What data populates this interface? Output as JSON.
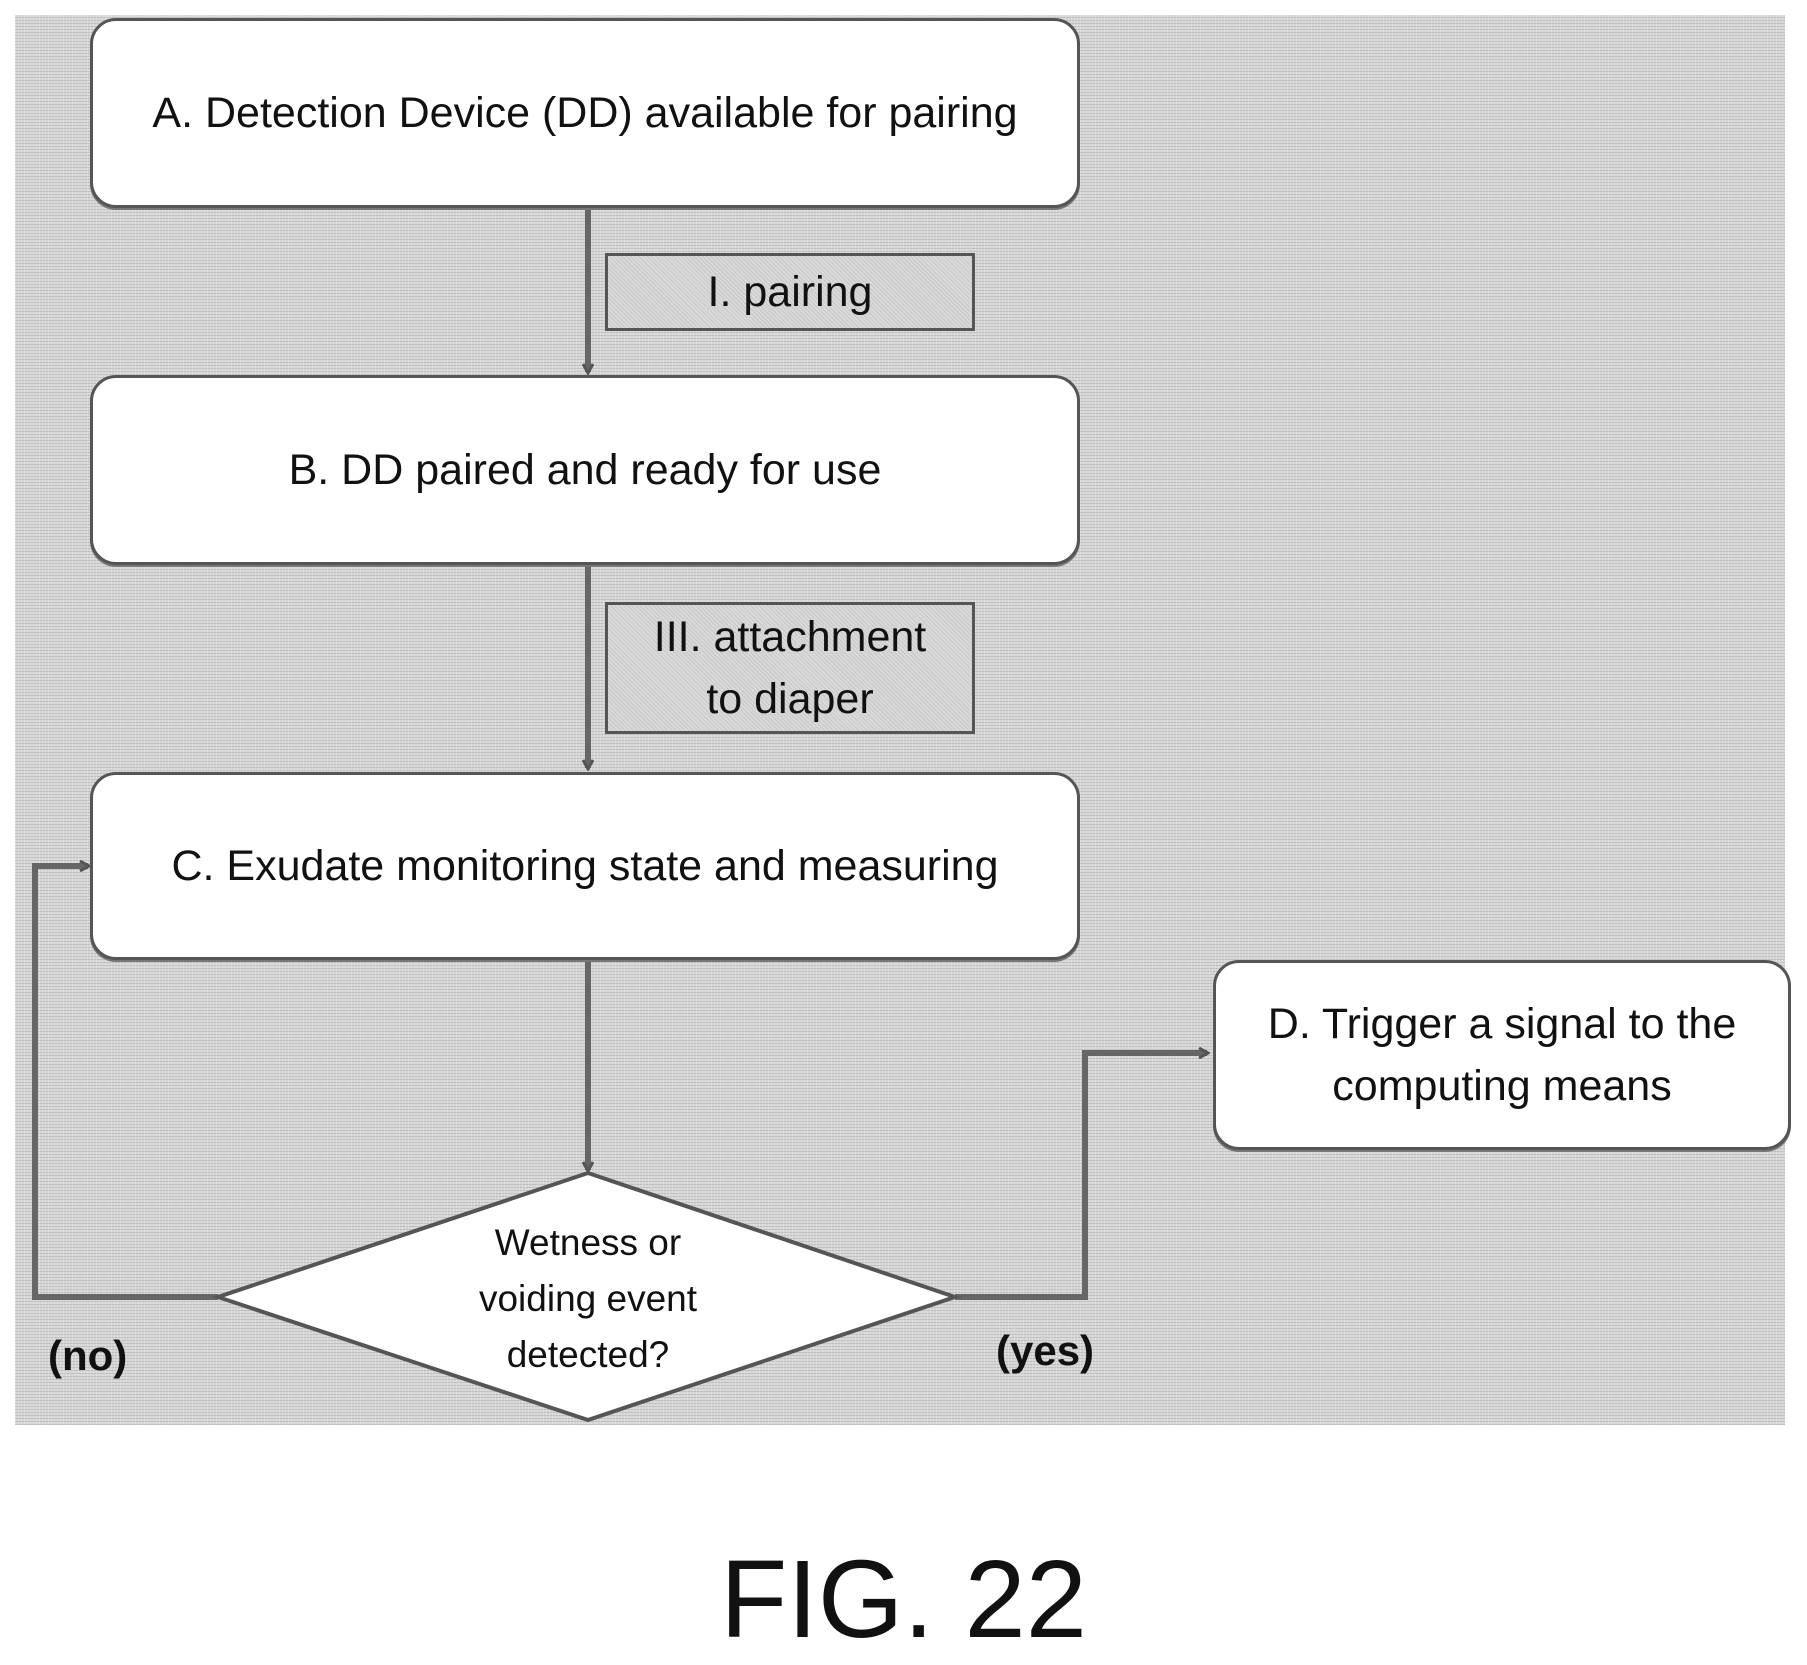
{
  "nodes": {
    "a": "A. Detection Device (DD)  available for pairing",
    "b": "B. DD paired and ready for use",
    "c": "C. Exudate monitoring state and measuring",
    "d": "D. Trigger a signal to the computing means",
    "decision": "Wetness or voiding event detected?"
  },
  "transitions": {
    "t1": "I. pairing",
    "t2": "III. attachment to diaper"
  },
  "branches": {
    "no": "(no)",
    "yes": "(yes)"
  },
  "caption": "FIG. 22",
  "colors": {
    "panel": "#d6d6d6",
    "box_fill": "#ffffff",
    "stroke": "#555555"
  }
}
